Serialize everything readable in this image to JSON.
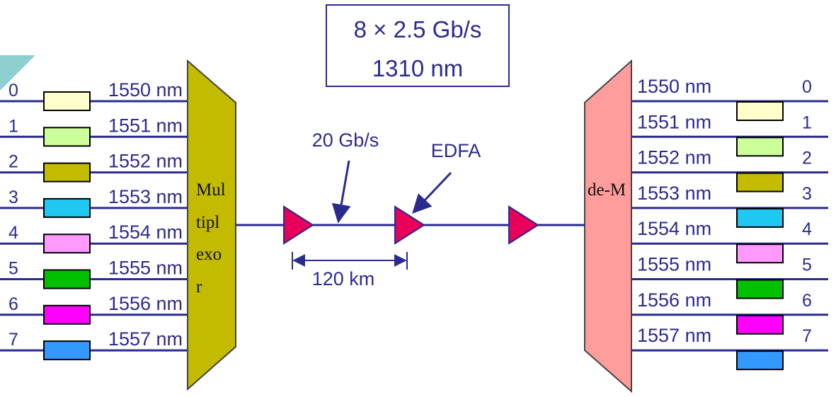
{
  "spec_box": {
    "line1": "8 × 2.5 Gb/s",
    "line2": "1310 nm"
  },
  "link": {
    "bitrate_label": "20 Gb/s",
    "amplifier_label": "EDFA",
    "span_label": "120 km"
  },
  "mux_label_lines": [
    "Mul",
    "tipl",
    "exo",
    "r"
  ],
  "demux_label": "de-M",
  "colors": {
    "line": "#2b2b8f",
    "mux_fill": "#c2bb00",
    "demux_fill": "#ff9d9d",
    "amplifier_fill": "#e8005a",
    "corner_accent": "#8ecfcf"
  },
  "input_channels": [
    {
      "index": "0",
      "wavelength": "1550 nm",
      "color": "#ffffcc"
    },
    {
      "index": "1",
      "wavelength": "1551 nm",
      "color": "#ccff99"
    },
    {
      "index": "2",
      "wavelength": "1552 nm",
      "color": "#c2bb00"
    },
    {
      "index": "3",
      "wavelength": "1553 nm",
      "color": "#1ec8f0"
    },
    {
      "index": "4",
      "wavelength": "1554 nm",
      "color": "#ff99ff"
    },
    {
      "index": "5",
      "wavelength": "1555 nm",
      "color": "#00c000"
    },
    {
      "index": "6",
      "wavelength": "1556 nm",
      "color": "#ff00ff"
    },
    {
      "index": "7",
      "wavelength": "1557 nm",
      "color": "#3399ff"
    }
  ],
  "output_channels": [
    {
      "index": "0",
      "wavelength": "1550 nm",
      "color": "#ffffcc"
    },
    {
      "index": "1",
      "wavelength": "1551 nm",
      "color": "#ccff99"
    },
    {
      "index": "2",
      "wavelength": "1552 nm",
      "color": "#c2bb00"
    },
    {
      "index": "3",
      "wavelength": "1553 nm",
      "color": "#1ec8f0"
    },
    {
      "index": "4",
      "wavelength": "1554 nm",
      "color": "#ff99ff"
    },
    {
      "index": "5",
      "wavelength": "1555 nm",
      "color": "#00c000"
    },
    {
      "index": "6",
      "wavelength": "1556 nm",
      "color": "#ff00ff"
    },
    {
      "index": "7",
      "wavelength": "1557 nm",
      "color": "#3399ff"
    }
  ]
}
